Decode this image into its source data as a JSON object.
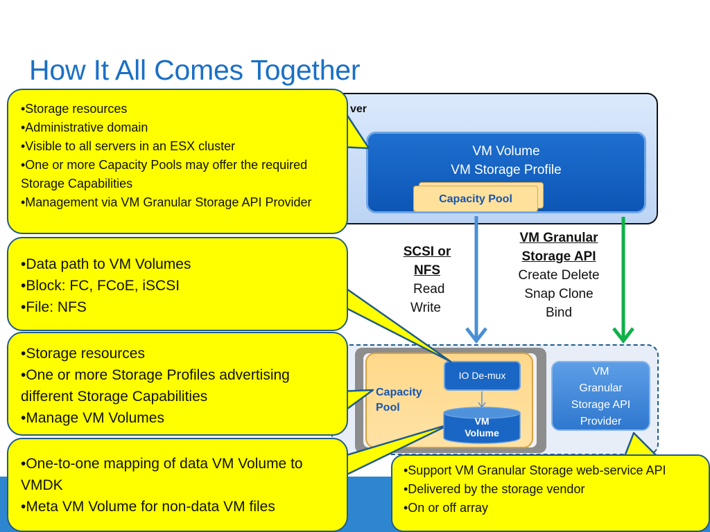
{
  "title": "How It All Comes Together",
  "server": {
    "label": "ver",
    "vm_volume_line1": "VM Volume",
    "vm_volume_line2": "VM Storage Profile",
    "capacity_pool": "Capacity Pool"
  },
  "protocols": {
    "data_path_title_1": "SCSI or",
    "data_path_title_2": "NFS",
    "data_path_ops_1": "Read",
    "data_path_ops_2": "Write",
    "mgmt_title_1": "VM Granular",
    "mgmt_title_2": "Storage API",
    "mgmt_ops_1": "Create Delete",
    "mgmt_ops_2": "Snap Clone",
    "mgmt_ops_3": "Bind"
  },
  "storage": {
    "capacity_pool_1": "Capacity",
    "capacity_pool_2": "Pool",
    "io_demux": "IO De-mux",
    "vm_volume_1": "VM",
    "vm_volume_2": "Volume",
    "provider_1": "VM",
    "provider_2": "Granular",
    "provider_3": "Storage API",
    "provider_4": "Provider"
  },
  "callouts": {
    "capacity_pool": [
      "•Storage resources",
      "•Administrative domain",
      "•Visible to all servers in an ESX cluster",
      "•One or more Capacity Pools may offer the required Storage Capabilities",
      "•Management via VM Granular Storage API Provider"
    ],
    "data_path": [
      "•Data path to VM Volumes",
      "•Block: FC, FCoE, iSCSI",
      "•File: NFS"
    ],
    "storage_profile": [
      "•Storage resources",
      "•One or more Storage Profiles advertising different Storage Capabilities",
      "•Manage VM Volumes"
    ],
    "vm_volume": [
      "•One-to-one mapping of data VM Volume to VMDK",
      "•Meta VM Volume for non-data VM files"
    ],
    "provider": [
      "•Support VM Granular Storage web-service API",
      "•Delivered by the storage vendor",
      "•On or off array"
    ]
  },
  "colors": {
    "title": "#1a6fc6",
    "callout_fill": "#ffff00",
    "data_path_arrow": "#4a8fd6",
    "mgmt_arrow": "#10b04a"
  }
}
